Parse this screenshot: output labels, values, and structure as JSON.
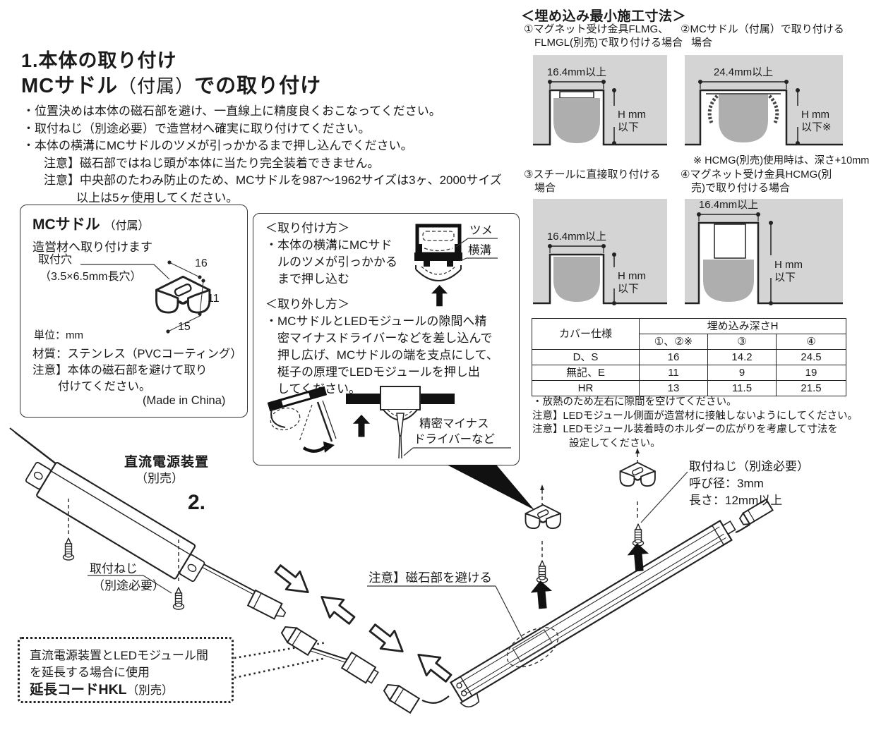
{
  "header": {
    "title": "1.本体の取り付け",
    "subtitle_main": "MCサドル",
    "subtitle_paren": "（付属）",
    "subtitle_rest": "での取り付け",
    "bullets": [
      "・位置決めは本体の磁石部を避け、一直線上に精度良くおこなってください。",
      "・取付ねじ（別途必要）で造営材へ確実に取り付けてください。",
      "・本体の横溝にMCサドルのツメが引っかかるまで押し込んでください。",
      "注意】磁石部ではねじ頭が本体に当たり完全装着できません。",
      "注意】中央部のたわみ防止のため、MCサドルを987～1962サイズは3ヶ、2000サイズ",
      "以上は5ヶ使用してください。"
    ]
  },
  "recess_section": {
    "title": "＜埋め込み最小施工寸法＞",
    "note": "※ HCMG(別売)使用時は、深さ+10mm",
    "cases": [
      {
        "label_line1": "①マグネット受け金具FLMG、",
        "label_line2": "FLMGL(別売)で取り付ける場合",
        "width_dim": "16.4mm以上",
        "hdim1": "H mm",
        "hdim2": "以下"
      },
      {
        "label_line1": "②MCサドル（付属）で取り付ける",
        "label_line2": "場合",
        "width_dim": "24.4mm以上",
        "hdim1": "H mm",
        "hdim2": "以下※"
      },
      {
        "label_line1": "③スチールに直接取り付ける",
        "label_line2": "場合",
        "width_dim": "16.4mm以上",
        "hdim1": "H mm",
        "hdim2": "以下"
      },
      {
        "label_line1": "④マグネット受け金具HCMG(別",
        "label_line2": "売)で取り付ける場合",
        "width_dim": "16.4mm以上",
        "hdim1": "H mm",
        "hdim2": "以下"
      }
    ]
  },
  "depth_table": {
    "type": "table",
    "col_header_cover": "カバー仕様",
    "col_header_depth": "埋め込み深さH",
    "sub_headers": [
      "①、②※",
      "③",
      "④"
    ],
    "rows": [
      {
        "cover": "D、S",
        "values": [
          "16",
          "14.2",
          "24.5"
        ]
      },
      {
        "cover": "無記、E",
        "values": [
          "11",
          "9",
          "19"
        ]
      },
      {
        "cover": "HR",
        "values": [
          "13",
          "11.5",
          "21.5"
        ]
      }
    ],
    "notes": [
      "・放熱のため左右に隙間を空けてください。",
      "注意】LEDモジュール側面が造営材に接触しないようにしてください。",
      "注意】LEDモジュール装着時のホルダーの広がりを考慮して寸法を",
      "設定してください。"
    ]
  },
  "saddle_box": {
    "title_bold": "MCサドル",
    "title_paren": "（付属）",
    "line1": "造営材へ取り付けます",
    "hole_label_1": "取付穴",
    "hole_label_2": "（3.5×6.5mm長穴）",
    "dim_width": "16",
    "dim_height": "11",
    "dim_depth": "15",
    "unit": "単位：mm",
    "material": "材質：ステンレス（PVCコーティング）",
    "caution_1": "注意】本体の磁石部を避けて取り",
    "caution_2": "付けてください。",
    "origin": "(Made in China)"
  },
  "howto_box": {
    "attach_title": "＜取り付け方＞",
    "attach_lines": [
      "・本体の横溝にMCサド",
      "ルのツメが引っかかる",
      "まで押し込む"
    ],
    "claw_label": "ツメ",
    "groove_label": "横溝",
    "detach_title": "＜取り外し方＞",
    "detach_lines": [
      "・MCサドルとLEDモジュールの隙間へ精",
      "密マイナスドライバーなどを差し込んで",
      "押し広げ、MCサドルの端を支点にして、",
      "梃子の原理でLEDモジュールを押し出",
      "してください。"
    ],
    "driver_label_1": "精密マイナス",
    "driver_label_2": "ドライバーなど"
  },
  "assembly": {
    "psu_label": "直流電源装置",
    "psu_paren": "（別売）",
    "step_number": "2.",
    "psu_screw_label_1": "取付ねじ",
    "psu_screw_label_2": "（別途必要）",
    "magnet_caution": "注意】磁石部を避ける",
    "saddle_screw_label_1": "取付ねじ（別途必要）",
    "saddle_screw_label_2": "呼び径：3mm",
    "saddle_screw_label_3": "長さ：12mm以上",
    "extension_box_line1": "直流電源装置とLEDモジュール間",
    "extension_box_line2": "を延長する場合に使用",
    "extension_box_bold": "延長コードHKL",
    "extension_box_paren": "（別売）"
  },
  "colors": {
    "wall_gray": "#d4d4d4",
    "module_gray": "#aeaeae",
    "line_dark": "#222222",
    "text": "#1a1a1a"
  }
}
